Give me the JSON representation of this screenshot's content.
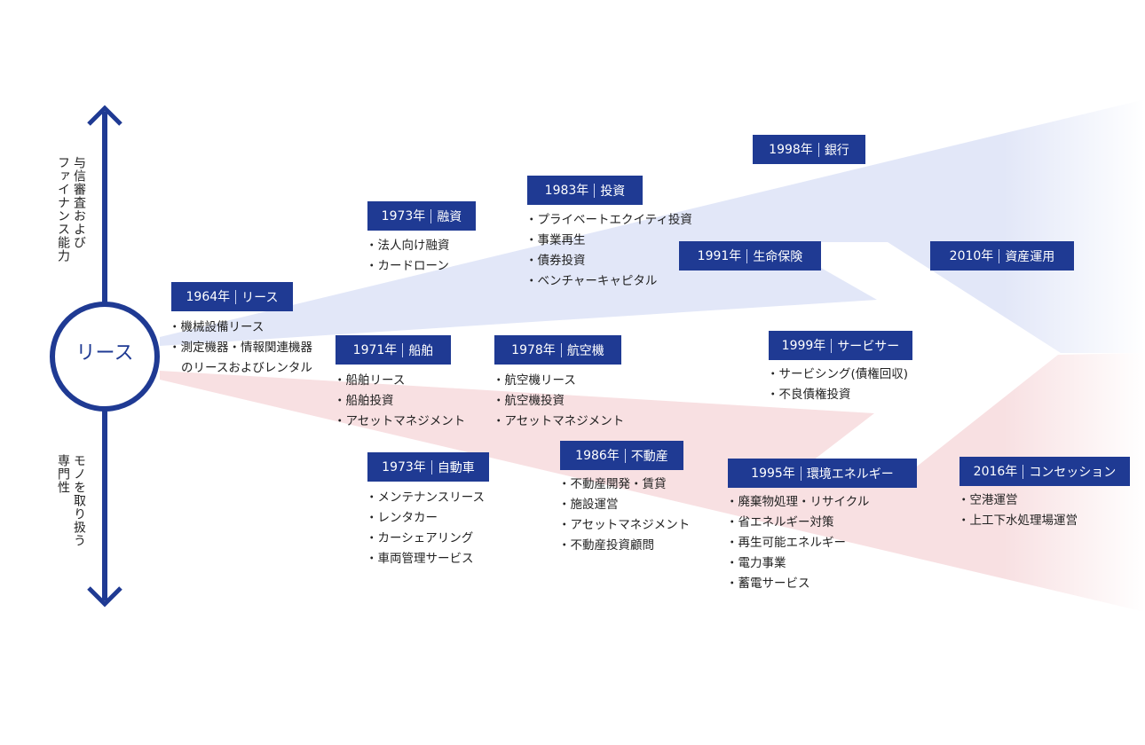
{
  "center": {
    "label": "リース"
  },
  "axis": {
    "top_label": [
      "与信審査および",
      "ファイナンス能力"
    ],
    "bottom_label": [
      "モノを取り扱う",
      "専門性"
    ]
  },
  "colors": {
    "box": "#1f3a93",
    "finance_band": "#e2e7f8",
    "asset_band": "#f8e0e2",
    "axis": "#1f3a93"
  },
  "milestones": [
    {
      "id": "m1964",
      "year": "1964年",
      "name": "リース",
      "items": [
        "機械設備リース",
        "測定機器・情報関連機器",
        "のリースおよびレンタル"
      ]
    },
    {
      "id": "m1973f",
      "year": "1973年",
      "name": "融資",
      "items": [
        "法人向け融資",
        "カードローン"
      ]
    },
    {
      "id": "m1983",
      "year": "1983年",
      "name": "投資",
      "items": [
        "プライベートエクイティ投資",
        "事業再生",
        "債券投資",
        "ベンチャーキャピタル"
      ]
    },
    {
      "id": "m1998",
      "year": "1998年",
      "name": "銀行",
      "items": []
    },
    {
      "id": "m1991",
      "year": "1991年",
      "name": "生命保険",
      "items": []
    },
    {
      "id": "m2010",
      "year": "2010年",
      "name": "資産運用",
      "items": []
    },
    {
      "id": "m1971",
      "year": "1971年",
      "name": "船舶",
      "items": [
        "船舶リース",
        "船舶投資",
        "アセットマネジメント"
      ]
    },
    {
      "id": "m1978",
      "year": "1978年",
      "name": "航空機",
      "items": [
        "航空機リース",
        "航空機投資",
        "アセットマネジメント"
      ]
    },
    {
      "id": "m1999",
      "year": "1999年",
      "name": "サービサー",
      "items": [
        "サービシング(債権回収)",
        "不良債権投資"
      ]
    },
    {
      "id": "m1973a",
      "year": "1973年",
      "name": "自動車",
      "items": [
        "メンテナンスリース",
        "レンタカー",
        "カーシェアリング",
        "車両管理サービス"
      ]
    },
    {
      "id": "m1986",
      "year": "1986年",
      "name": "不動産",
      "items": [
        "不動産開発・賃貸",
        "施設運営",
        "アセットマネジメント",
        "不動産投資顧問"
      ]
    },
    {
      "id": "m1995",
      "year": "1995年",
      "name": "環境エネルギー",
      "items": [
        "廃棄物処理・リサイクル",
        "省エネルギー対策",
        "再生可能エネルギー",
        "電力事業",
        "蓄電サービス"
      ]
    },
    {
      "id": "m2016",
      "year": "2016年",
      "name": "コンセッション",
      "items": [
        "空港運営",
        "上工下水処理場運営"
      ]
    }
  ]
}
